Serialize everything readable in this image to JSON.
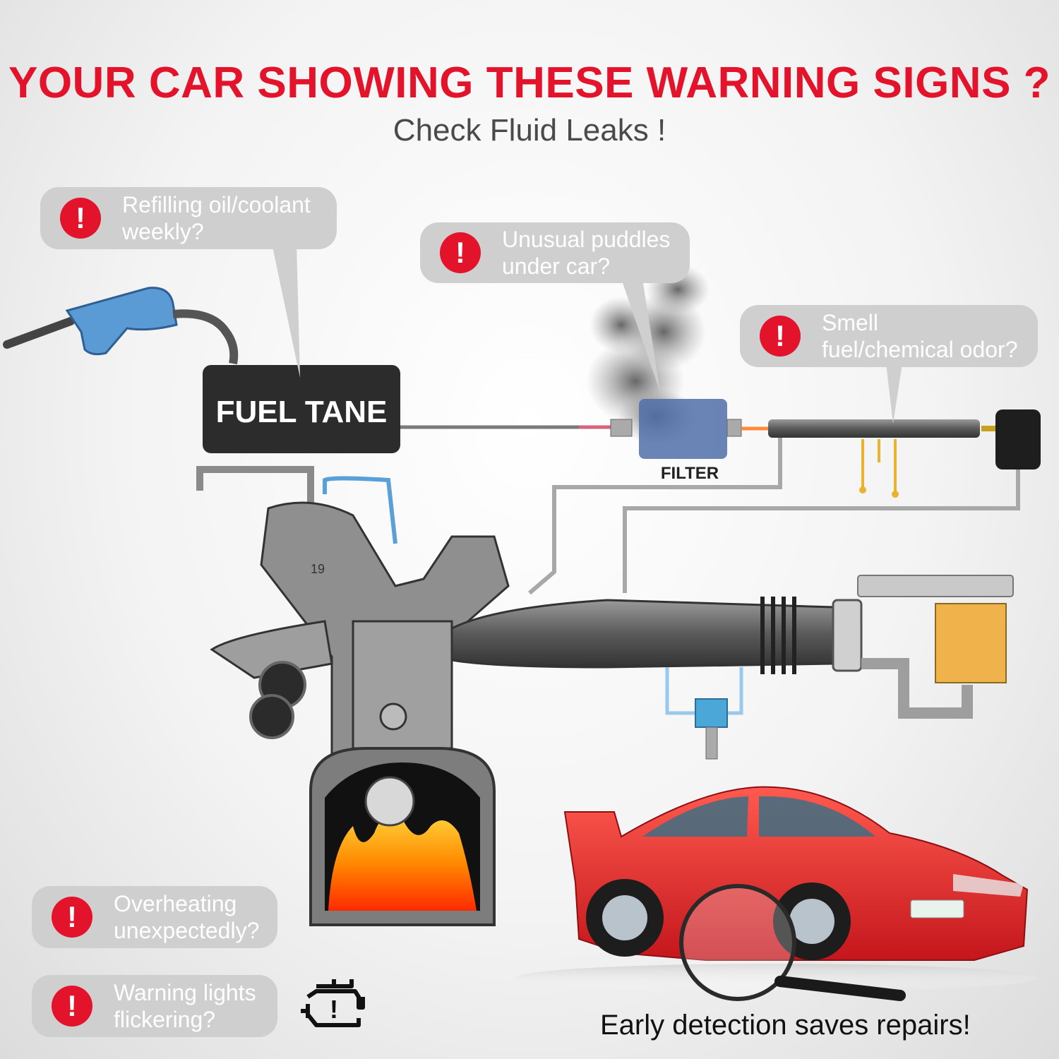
{
  "header": {
    "title": "YOUR CAR SHOWING THESE WARNING SIGNS ?",
    "subtitle": "Check Fluid Leaks !"
  },
  "warnings": [
    {
      "icon": "alert-icon",
      "text": "Refilling oil/coolant\nweekly?"
    },
    {
      "icon": "alert-icon",
      "text": "Unusual puddles\nunder car?"
    },
    {
      "icon": "alert-icon",
      "text": "Smell\nfuel/chemical odor?"
    },
    {
      "icon": "alert-icon",
      "text": "Overheating\nunexpectedly?"
    },
    {
      "icon": "alert-icon",
      "text": "Warning lights\nflickering?"
    }
  ],
  "diagram": {
    "fuel_tank_label": "FUEL TANE",
    "filter_label": "FILTER",
    "engine_mark": "19"
  },
  "footer": {
    "tagline": "Early detection saves repairs!"
  },
  "colors": {
    "accent_red": "#e3132b",
    "bubble_gray": "#cfcfcf",
    "car_red": "#e8262b",
    "nozzle_blue": "#5b9bd5"
  }
}
